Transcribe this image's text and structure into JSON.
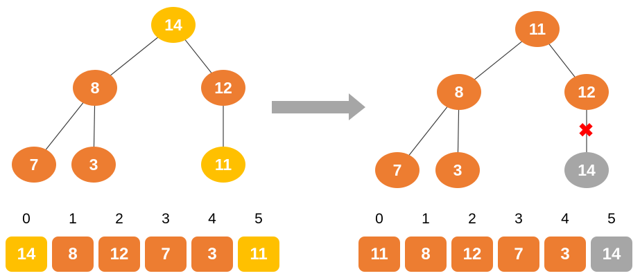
{
  "palette": {
    "orange": "#ED7D31",
    "gold": "#FFC000",
    "gray": "#A6A6A6",
    "red": "#FF0000",
    "edge": "#404040",
    "arrow": "#A6A6A6",
    "node_text": "#FFFFFF",
    "index_text": "#000000"
  },
  "left_tree": {
    "nodes": [
      {
        "value": "14",
        "color": "gold"
      },
      {
        "value": "8",
        "color": "orange"
      },
      {
        "value": "12",
        "color": "orange"
      },
      {
        "value": "7",
        "color": "orange"
      },
      {
        "value": "3",
        "color": "orange"
      },
      {
        "value": "11",
        "color": "gold"
      }
    ]
  },
  "right_tree": {
    "delete_mark": "✖",
    "nodes": [
      {
        "value": "11",
        "color": "orange"
      },
      {
        "value": "8",
        "color": "orange"
      },
      {
        "value": "12",
        "color": "orange"
      },
      {
        "value": "7",
        "color": "orange"
      },
      {
        "value": "3",
        "color": "orange"
      },
      {
        "value": "14",
        "color": "gray"
      }
    ]
  },
  "left_array": {
    "indices": [
      "0",
      "1",
      "2",
      "3",
      "4",
      "5"
    ],
    "cells": [
      {
        "value": "14",
        "color": "gold"
      },
      {
        "value": "8",
        "color": "orange"
      },
      {
        "value": "12",
        "color": "orange"
      },
      {
        "value": "7",
        "color": "orange"
      },
      {
        "value": "3",
        "color": "orange"
      },
      {
        "value": "11",
        "color": "gold"
      }
    ]
  },
  "right_array": {
    "indices": [
      "0",
      "1",
      "2",
      "3",
      "4",
      "5"
    ],
    "cells": [
      {
        "value": "11",
        "color": "orange"
      },
      {
        "value": "8",
        "color": "orange"
      },
      {
        "value": "12",
        "color": "orange"
      },
      {
        "value": "7",
        "color": "orange"
      },
      {
        "value": "3",
        "color": "orange"
      },
      {
        "value": "14",
        "color": "gray"
      }
    ]
  }
}
